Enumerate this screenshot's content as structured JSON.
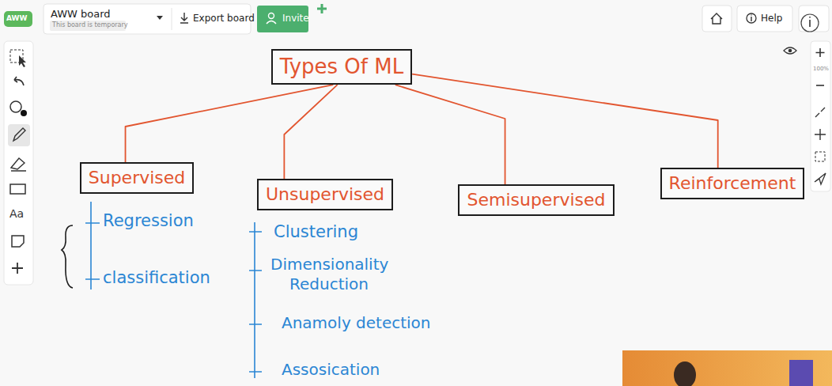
{
  "diagram": {
    "nodes": [
      {
        "text": [
          "Types Of ML"
        ]
      },
      {
        "text": [
          "Supervised"
        ]
      },
      {
        "text": [
          "Unsupervised"
        ]
      },
      {
        "text": [
          "Semisupervised"
        ]
      },
      {
        "text": [
          "Reinforcement"
        ]
      }
    ],
    "edges": [
      {
        "from": 0,
        "to": 1,
        "arrow": "none"
      },
      {
        "from": 0,
        "to": 2,
        "arrow": "none"
      },
      {
        "from": 0,
        "to": 3,
        "arrow": "none"
      },
      {
        "from": 0,
        "to": 4,
        "arrow": "none"
      }
    ],
    "labels": [
      "AWW",
      "AWW board",
      "This board is temporary",
      "Export board",
      "Invite",
      "Help",
      "Aa",
      "100%",
      "Regression",
      "classification",
      "Clustering",
      "Dimensionality Reduction",
      "Anamoly detection",
      "Assosication"
    ]
  }
}
